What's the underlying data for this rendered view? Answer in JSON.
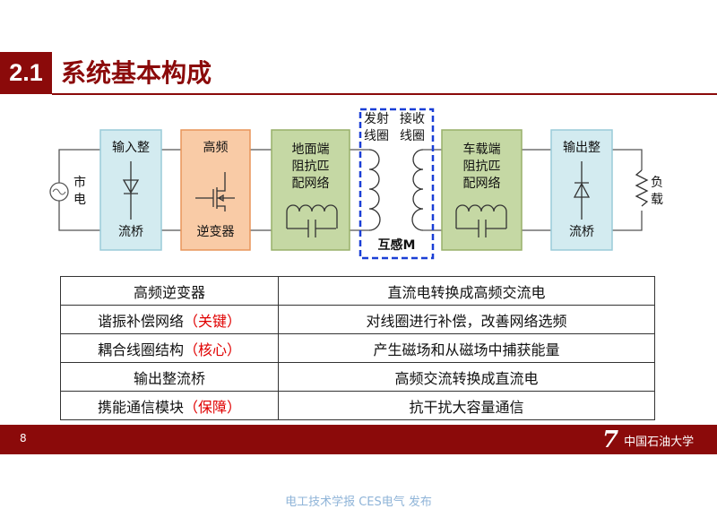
{
  "header": {
    "section_number": "2.1",
    "title": "系统基本构成"
  },
  "diagram": {
    "source_label": [
      "市",
      "电"
    ],
    "input_rectifier": {
      "top": "输入整",
      "bottom": "流桥"
    },
    "inverter": {
      "top": "高频",
      "bottom": "逆变器"
    },
    "ground_match": [
      "地面端",
      "阻抗匹",
      "配网络"
    ],
    "tx_coil": [
      "发射",
      "线圈"
    ],
    "rx_coil": [
      "接收",
      "线圈"
    ],
    "mutual": "互感M",
    "vehicle_match": [
      "车载端",
      "阻抗匹",
      "配网络"
    ],
    "output_rectifier": {
      "top": "输出整",
      "bottom": "流桥"
    },
    "load_label": [
      "负",
      "载"
    ],
    "colors": {
      "blue_box": "#D3EBF0",
      "orange_box": "#F9CBA6",
      "green_box": "#C5D8A4",
      "dashed": "#1a3fd6"
    }
  },
  "table": {
    "rows": [
      {
        "name": "高频逆变器",
        "tag": "",
        "desc": "直流电转换成高频交流电"
      },
      {
        "name": "谐振补偿网络",
        "tag": "（关键）",
        "desc": "对线圈进行补偿，改善网络选频"
      },
      {
        "name": "耦合线圈结构",
        "tag": "（核心）",
        "desc": "产生磁场和从磁场中捕获能量"
      },
      {
        "name": "输出整流桥",
        "tag": "",
        "desc": "高频交流转换成直流电"
      },
      {
        "name": "携能通信模块",
        "tag": "（保障）",
        "desc": "抗干扰大容量通信"
      }
    ]
  },
  "footer": {
    "page": "8",
    "logo_text": "中国石油大学",
    "credit": "电工技术学报 CES电气 发布"
  }
}
